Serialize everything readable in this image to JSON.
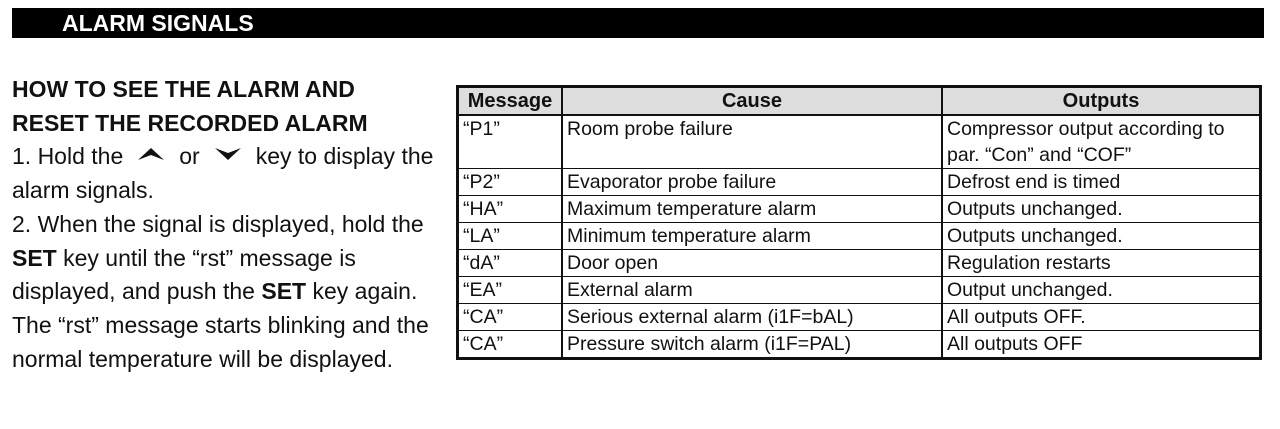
{
  "section_title": "ALARM SIGNALS",
  "heading": [
    "HOW TO SEE THE ALARM AND",
    "RESET THE RECORDED ALARM"
  ],
  "step1": {
    "a": "1. Hold the",
    "or": "or",
    "b": "key to display the alarm signals."
  },
  "step2": {
    "a": "2. When the signal is displayed, hold the",
    "set1": "SET",
    "b": "key until the “rst” message is displayed, and push the",
    "set2": "SET",
    "c": "key again.   The “rst” message starts blinking and the normal temperature will be displayed."
  },
  "table": {
    "headers": [
      "Message",
      "Cause",
      "Outputs"
    ],
    "rows": [
      {
        "message": "“P1”",
        "cause": "Room probe  failure",
        "outputs": "Compressor output according to par. “Con” and “COF”"
      },
      {
        "message": "“P2”",
        "cause": "Evaporator probe  failure",
        "outputs": "Defrost end is timed"
      },
      {
        "message": "“HA”",
        "cause": "Maximum temperature alarm",
        "outputs": "Outputs unchanged."
      },
      {
        "message": "“LA”",
        "cause": "Minimum temperature alarm",
        "outputs": "Outputs unchanged."
      },
      {
        "message": "“dA”",
        "cause": "Door open",
        "outputs": "Regulation restarts"
      },
      {
        "message": "“EA”",
        "cause": "External alarm",
        "outputs": "Output unchanged."
      },
      {
        "message": "“CA”",
        "cause": "Serious external alarm (i1F=bAL)",
        "outputs": "All outputs OFF."
      },
      {
        "message": "“CA”",
        "cause": "Pressure switch alarm (i1F=PAL)",
        "outputs": "All outputs OFF"
      }
    ]
  }
}
